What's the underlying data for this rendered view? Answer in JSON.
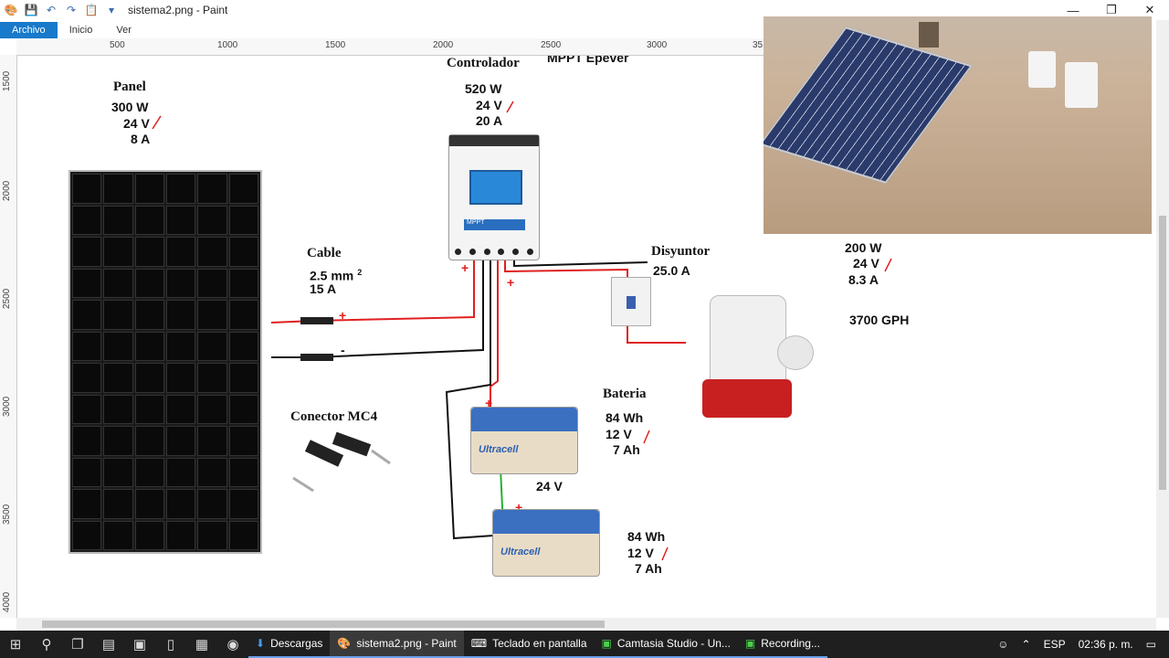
{
  "window": {
    "title": "sistema2.png - Paint"
  },
  "ribbon": {
    "tabs": [
      "Archivo",
      "Inicio",
      "Ver"
    ]
  },
  "ruler_h": [
    "500",
    "1000",
    "1500",
    "2000",
    "2500",
    "3000",
    "35"
  ],
  "ruler_v": [
    "1500",
    "2000",
    "2500",
    "3000",
    "3500",
    "4000"
  ],
  "diagram": {
    "panel": {
      "title": "Panel",
      "watts": "300 W",
      "volts": "24 V",
      "amps": "8 A"
    },
    "controller": {
      "title": "Controlador",
      "brand": "MPPT Epever",
      "watts": "520 W",
      "volts": "24 V",
      "amps": "20 A",
      "lcd_label": "MPPT"
    },
    "cable": {
      "title": "Cable",
      "size": "2.5 mm",
      "sup": "2",
      "amps": "15 A"
    },
    "breaker": {
      "title": "Disyuntor",
      "amps": "25.0 A"
    },
    "pump": {
      "watts": "200 W",
      "volts": "24 V",
      "amps": "8.3 A",
      "flow": "3700 GPH"
    },
    "connector": {
      "title": "Conector MC4"
    },
    "battery_title": "Bateria",
    "battery1": {
      "wh": "84 Wh",
      "volts": "12 V",
      "ah": "7 Ah",
      "brand": "Ultracell"
    },
    "battery2": {
      "wh": "84 Wh",
      "volts": "12 V",
      "ah": "7 Ah",
      "brand": "Ultracell"
    },
    "series_voltage": "24 V",
    "polarity": {
      "plus": "+",
      "minus": "-"
    }
  },
  "taskbar": {
    "apps": [
      {
        "label": "Descargas"
      },
      {
        "label": "sistema2.png - Paint"
      },
      {
        "label": "Teclado en pantalla"
      },
      {
        "label": "Camtasia Studio - Un..."
      },
      {
        "label": "Recording..."
      }
    ],
    "lang": "ESP",
    "time": "02:36 p. m."
  },
  "colors": {
    "wire_positive": "#e02020",
    "wire_negative": "#111111",
    "wire_green": "#22b030",
    "accent": "#1979ca"
  }
}
